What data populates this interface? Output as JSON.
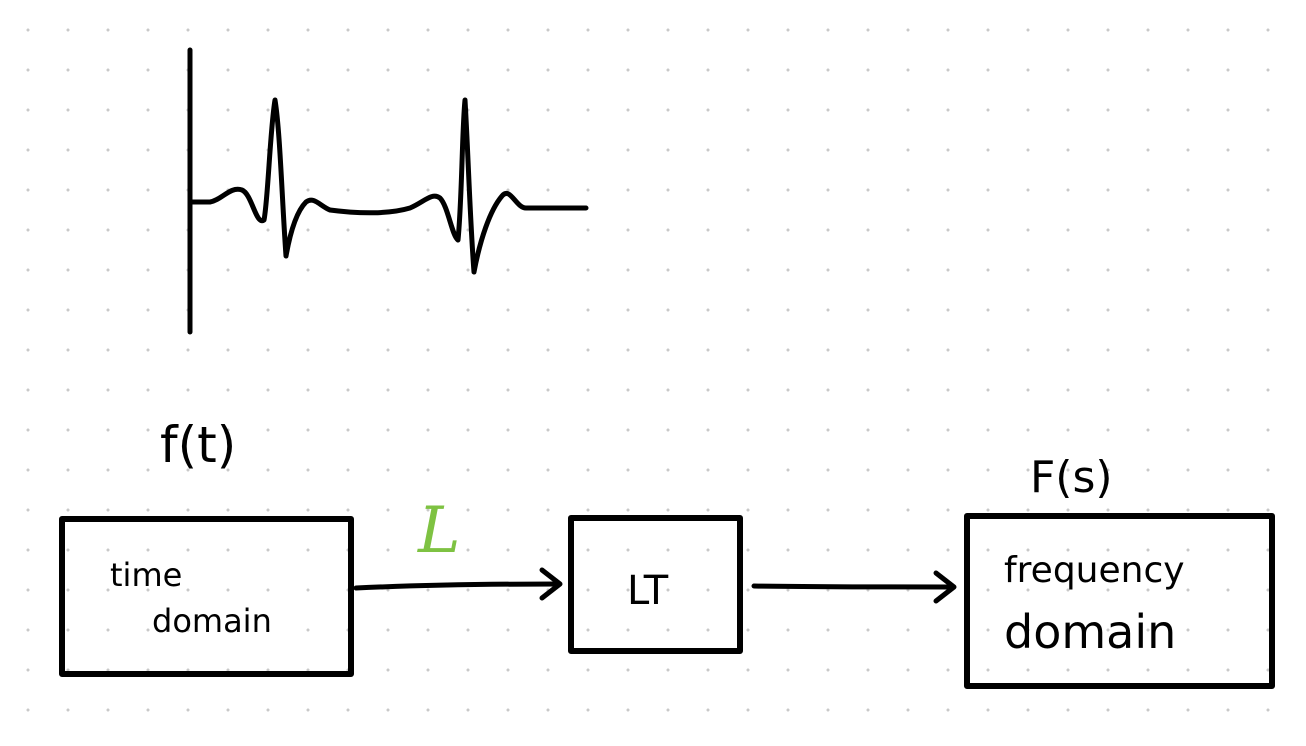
{
  "colors": {
    "ink": "#000000",
    "accent": "#7ec242",
    "grid_dot": "#c9c9c9"
  },
  "signal_label": "f(t)",
  "transform_symbol": "L",
  "output_label": "F(s)",
  "nodes": {
    "time_domain": {
      "line1": "time",
      "line2": "domain"
    },
    "transform": {
      "label": "LT"
    },
    "frequency_domain": {
      "line1": "frequency",
      "line2": "domain"
    }
  }
}
